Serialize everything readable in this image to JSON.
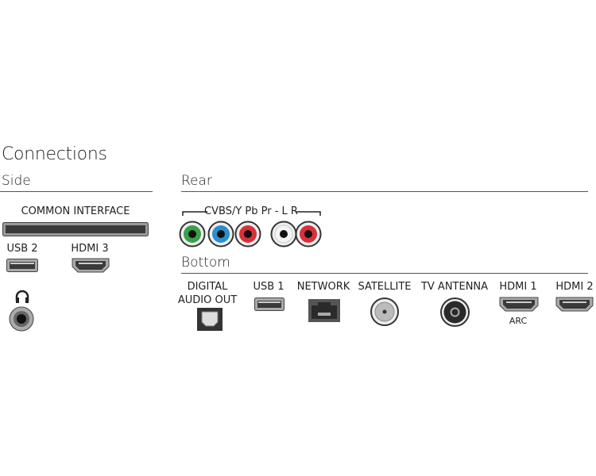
{
  "title": "Connections",
  "side": {
    "heading": "Side",
    "common_interface": "COMMON INTERFACE",
    "usb2": "USB 2",
    "hdmi3": "HDMI 3"
  },
  "rear": {
    "heading": "Rear",
    "av_label": "CVBS/Y Pb Pr - L R",
    "jack_colors": [
      "#3aa04a",
      "#2a8fd0",
      "#d9303a",
      "#f4f4f4",
      "#d9303a"
    ]
  },
  "bottom": {
    "heading": "Bottom",
    "digital_line1": "DIGITAL",
    "digital_line2": "AUDIO OUT",
    "usb1": "USB 1",
    "network": "NETWORK",
    "satellite": "SATELLITE",
    "tv_antenna": "TV ANTENNA",
    "hdmi1": "HDMI 1",
    "arc": "ARC",
    "hdmi2": "HDMI 2"
  }
}
